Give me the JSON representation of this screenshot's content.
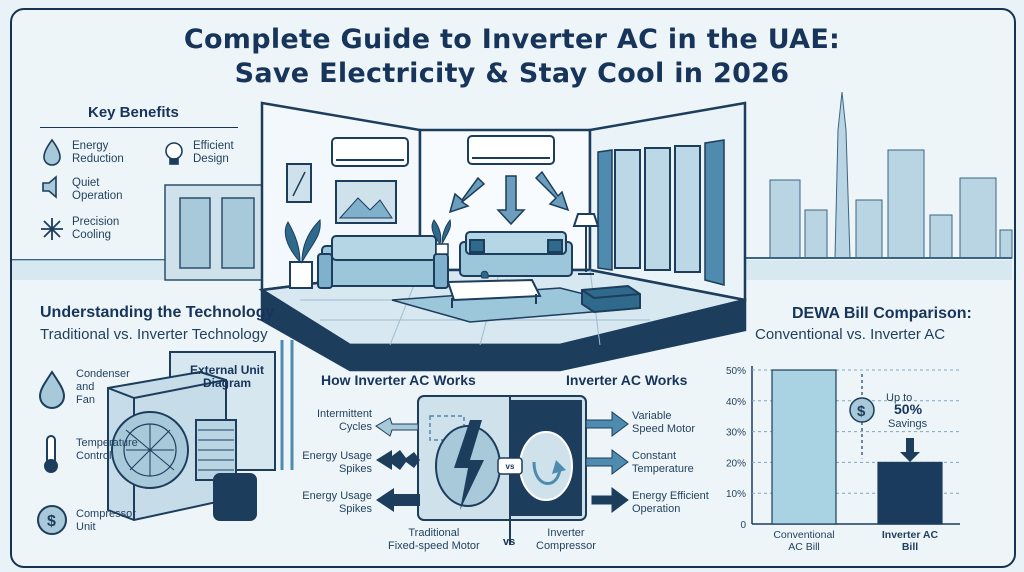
{
  "title": {
    "line1": "Complete Guide to Inverter AC in the UAE:",
    "line2": "Save Electricity & Stay Cool in 2026"
  },
  "key_benefits": {
    "heading": "Key Benefits",
    "items": [
      {
        "label": "Energy\nReduction",
        "icon": "water-drop-icon"
      },
      {
        "label": "Efficient\nDesign",
        "icon": "lightbulb-icon"
      },
      {
        "label": "Quiet\nOperation",
        "icon": "speaker-icon"
      },
      {
        "label": "Precision\nCooling",
        "icon": "snowflake-icon"
      }
    ]
  },
  "technology": {
    "heading": "Understanding the Technology",
    "subheading": "Traditional vs. Inverter Technology",
    "components": [
      {
        "label": "Condenser\nand\nFan",
        "icon": "water-drop-icon"
      },
      {
        "label": "Temperature\nControl",
        "icon": "thermometer-icon"
      },
      {
        "label": "Compressor\nUnit",
        "icon": "dollar-icon"
      }
    ],
    "unit_diagram_label": "External Unit\nDiagram"
  },
  "how_it_works": {
    "left_heading": "How Inverter AC Works",
    "right_heading": "Inverter AC Works",
    "left_labels": [
      "Intermittent\nCycles",
      "Energy Usage\nSpikes",
      "Energy Usage\nSpikes"
    ],
    "right_labels": [
      "Variable\nSpeed Motor",
      "Constant\nTemperature",
      "Energy Efficient\nOperation"
    ],
    "vs_center": "vs",
    "vs_bottom": "vs",
    "left_caption": "Traditional\nFixed-speed Motor",
    "right_caption": "Inverter\nCompressor"
  },
  "dewa": {
    "heading": "DEWA Bill Comparison:",
    "subheading": "Conventional vs. Inverter AC",
    "savings_up_to": "Up to",
    "savings_pct": "50%",
    "savings_word": "Savings",
    "savings_icon": "dollar-icon"
  },
  "chart_data": {
    "type": "bar",
    "categories": [
      "Conventional\nAC Bill",
      "Inverter AC\nBill"
    ],
    "values": [
      50,
      20
    ],
    "ylim": [
      0,
      50
    ],
    "yticks": [
      "0",
      "10%",
      "20%",
      "30%",
      "40%",
      "50%"
    ],
    "colors": [
      "#a9d2e3",
      "#1a3a5e"
    ]
  }
}
